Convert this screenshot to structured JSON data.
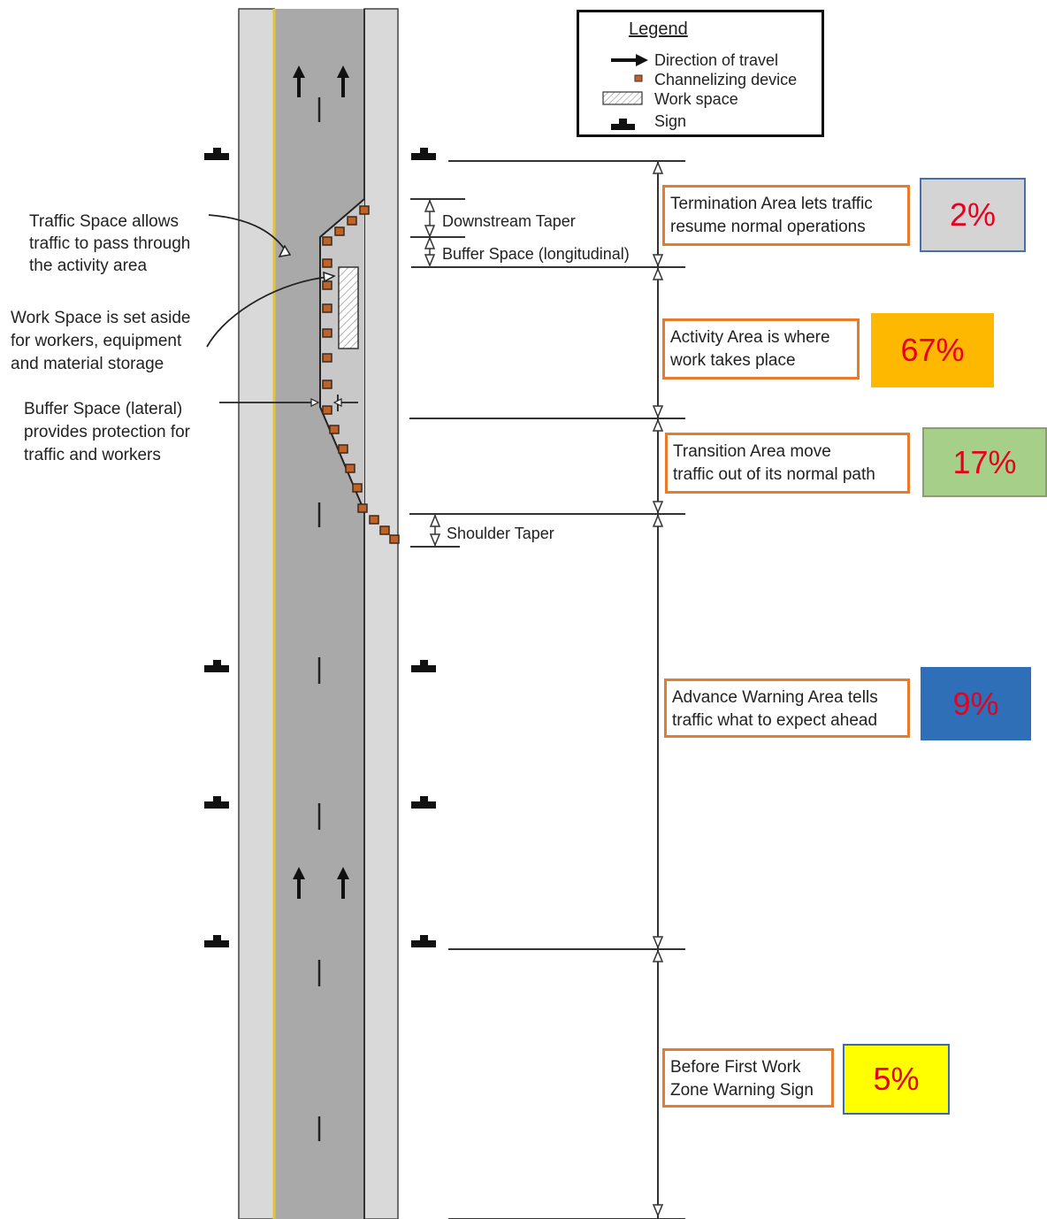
{
  "legend": {
    "title": "Legend",
    "items": [
      {
        "icon": "arrow-right-icon",
        "label": "Direction of travel"
      },
      {
        "icon": "channelizing-device-icon",
        "label": "Channelizing device"
      },
      {
        "icon": "work-space-swatch-icon",
        "label": "Work space"
      },
      {
        "icon": "sign-icon",
        "label": "Sign"
      }
    ]
  },
  "left_labels": {
    "traffic_space": [
      "Traffic Space allows",
      "traffic to pass through",
      "the activity area"
    ],
    "work_space": [
      "Work Space is set aside",
      "for workers, equipment",
      "and material storage"
    ],
    "buffer_lateral": [
      "Buffer Space (lateral)",
      "provides protection for",
      "traffic and workers"
    ]
  },
  "dimension_labels": {
    "downstream_taper": "Downstream Taper",
    "buffer_longitudinal": "Buffer Space (longitudinal)",
    "shoulder_taper": "Shoulder Taper"
  },
  "zones": [
    {
      "lines": [
        "Termination Area lets traffic",
        "resume normal operations"
      ],
      "percent": "2%",
      "color": "#d4d4d4"
    },
    {
      "lines": [
        "Activity Area is where",
        "work takes place"
      ],
      "percent": "67%",
      "color": "#ffb800"
    },
    {
      "lines": [
        "Transition Area move",
        "traffic out of its normal path"
      ],
      "percent": "17%",
      "color": "#a6d08a"
    },
    {
      "lines": [
        "Advance Warning Area tells",
        "traffic what to expect ahead"
      ],
      "percent": "9%",
      "color": "#2f6fb7"
    },
    {
      "lines": [
        "Before First Work",
        "Zone Warning Sign"
      ],
      "percent": "5%",
      "color": "#ffff00"
    }
  ],
  "colors": {
    "road_shoulder": "#d9d9d9",
    "road_lane": "#a9a9a9",
    "centerline": "#e3c437",
    "device": "#c0632a",
    "zone_border": "#e87a2c",
    "percent_text": "#e8001c"
  }
}
